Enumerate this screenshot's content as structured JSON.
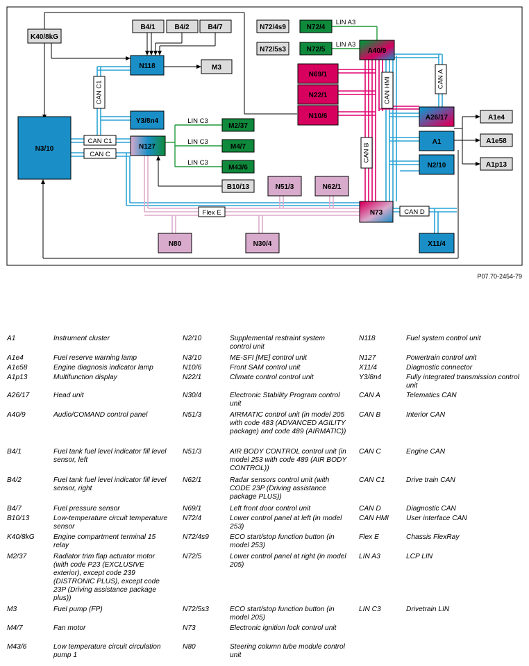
{
  "diagram": {
    "nodes": {
      "K40_8kG": "K40/8kG",
      "B4_1": "B4/1",
      "B4_2": "B4/2",
      "B4_7": "B4/7",
      "N118": "N118",
      "M3": "M3",
      "N3_10": "N3/10",
      "Y3_8n4": "Y3/8n4",
      "N127": "N127",
      "M2_37": "M2/37",
      "M4_7": "M4/7",
      "M43_6": "M43/6",
      "B10_13": "B10/13",
      "N51_3": "N51/3",
      "N62_1": "N62/1",
      "N80": "N80",
      "N30_4": "N30/4",
      "N73": "N73",
      "X11_4": "X11/4",
      "N72_4s9": "N72/4s9",
      "N72_4": "N72/4",
      "N72_5s3": "N72/5s3",
      "N72_5": "N72/5",
      "A40_9": "A40/9",
      "N69_1": "N69/1",
      "N22_1": "N22/1",
      "N10_6": "N10/6",
      "A26_17": "A26/17",
      "A1": "A1",
      "N2_10": "N2/10",
      "A1e4": "A1e4",
      "A1e58": "A1e58",
      "A1p13": "A1p13"
    },
    "bus_labels": {
      "can_c1_vertical": "CAN C1",
      "can_c1": "CAN C1",
      "can_c": "CAN C",
      "lin_c3_1": "LIN C3",
      "lin_c3_2": "LIN C3",
      "lin_c3_3": "LIN C3",
      "flex_e": "Flex E",
      "can_d": "CAN D",
      "lin_a3_1": "LIN A3",
      "lin_a3_2": "LIN A3",
      "can_hmi": "CAN HMI",
      "can_a": "CAN A",
      "can_b": "CAN B"
    },
    "colors": {
      "can": "#29a3d6",
      "flex": "#e0aacb",
      "interior": "#e0006e",
      "lin": "#1f9a3a",
      "box_blue": "#1a8fc7",
      "box_green": "#0f8a3c",
      "box_magenta": "#d8005f",
      "box_pink": "#d8aacb",
      "box_gray": "#dcdcdc"
    }
  },
  "doc_ref": "P07.70-2454-79",
  "legend": {
    "col1": [
      {
        "code": "A1",
        "desc": "Instrument cluster"
      },
      {
        "code": "A1e4",
        "desc": "Fuel reserve warning lamp"
      },
      {
        "code": "A1e58",
        "desc": "Engine diagnosis indicator lamp"
      },
      {
        "code": "A1p13",
        "desc": "Multifunction display"
      },
      {
        "code": "A26/17",
        "desc": "Head unit"
      },
      {
        "code": "A40/9",
        "desc": "Audio/COMAND control panel"
      },
      {
        "code": "B4/1",
        "desc": "Fuel tank fuel level indicator fill level sensor, left"
      },
      {
        "code": "B4/2",
        "desc": "Fuel tank fuel level indicator fill level sensor, right"
      },
      {
        "code": "B4/7",
        "desc": "Fuel pressure sensor"
      },
      {
        "code": "B10/13",
        "desc": "Low-temperature circuit temperature sensor"
      },
      {
        "code": "K40/8kG",
        "desc": "Engine compartment terminal 15 relay"
      },
      {
        "code": "M2/37",
        "desc": "Radiator trim flap actuator motor (with code P23 (EXCLUSIVE exterior), except code 239 (DISTRONIC PLUS), except code 23P (Driving assistance package plus))"
      },
      {
        "code": "M3",
        "desc": "Fuel pump (FP)"
      },
      {
        "code": "M4/7",
        "desc": "Fan motor"
      },
      {
        "code": "M43/6",
        "desc": "Low temperature circuit circulation pump 1"
      }
    ],
    "col2": [
      {
        "code": "N2/10",
        "desc": "Supplemental restraint system control unit"
      },
      {
        "code": "N3/10",
        "desc": "ME-SFI [ME] control unit"
      },
      {
        "code": "N10/6",
        "desc": "Front SAM control unit"
      },
      {
        "code": "N22/1",
        "desc": "Climate control control unit"
      },
      {
        "code": "N30/4",
        "desc": "Electronic Stability Program control unit"
      },
      {
        "code": "N51/3",
        "desc": "AIRMATIC control unit (in model 205 with code 483 (ADVANCED AGILITY package) and code 489 (AIRMATIC))"
      },
      {
        "code": "N51/3",
        "desc": "AIR BODY CONTROL control unit (in model 253 with code 489 (AIR BODY CONTROL))"
      },
      {
        "code": "N62/1",
        "desc": "Radar sensors control unit (with CODE 23P (Driving assistance package PLUS))"
      },
      {
        "code": "N69/1",
        "desc": "Left front door control unit"
      },
      {
        "code": "N72/4",
        "desc": "Lower control panel at left (in model 253)"
      },
      {
        "code": "N72/4s9",
        "desc": "ECO start/stop function button (in model 253)"
      },
      {
        "code": "N72/5",
        "desc": "Lower control panel at right (in model 205)"
      },
      {
        "code": "N72/5s3",
        "desc": "ECO start/stop function button (in model 205)"
      },
      {
        "code": "N73",
        "desc": "Electronic ignition lock control unit"
      },
      {
        "code": "N80",
        "desc": "Steering column tube module control unit"
      }
    ],
    "col3": [
      {
        "code": "N118",
        "desc": "Fuel system control unit"
      },
      {
        "code": "N127",
        "desc": "Powertrain control unit"
      },
      {
        "code": "X11/4",
        "desc": "Diagnostic connector"
      },
      {
        "code": "Y3/8n4",
        "desc": "Fully integrated transmission control unit"
      },
      {
        "code": "CAN A",
        "desc": "Telematics CAN"
      },
      {
        "code": "CAN B",
        "desc": "Interior CAN"
      },
      {
        "code": "CAN C",
        "desc": "Engine CAN"
      },
      {
        "code": "CAN C1",
        "desc": "Drive train CAN"
      },
      {
        "code": "CAN D",
        "desc": "Diagnostic CAN"
      },
      {
        "code": "CAN HMI",
        "desc": "User interface CAN"
      },
      {
        "code": "Flex E",
        "desc": "Chassis FlexRay"
      },
      {
        "code": "LIN A3",
        "desc": "LCP LIN"
      },
      {
        "code": "LIN C3",
        "desc": "Drivetrain LIN"
      }
    ]
  }
}
